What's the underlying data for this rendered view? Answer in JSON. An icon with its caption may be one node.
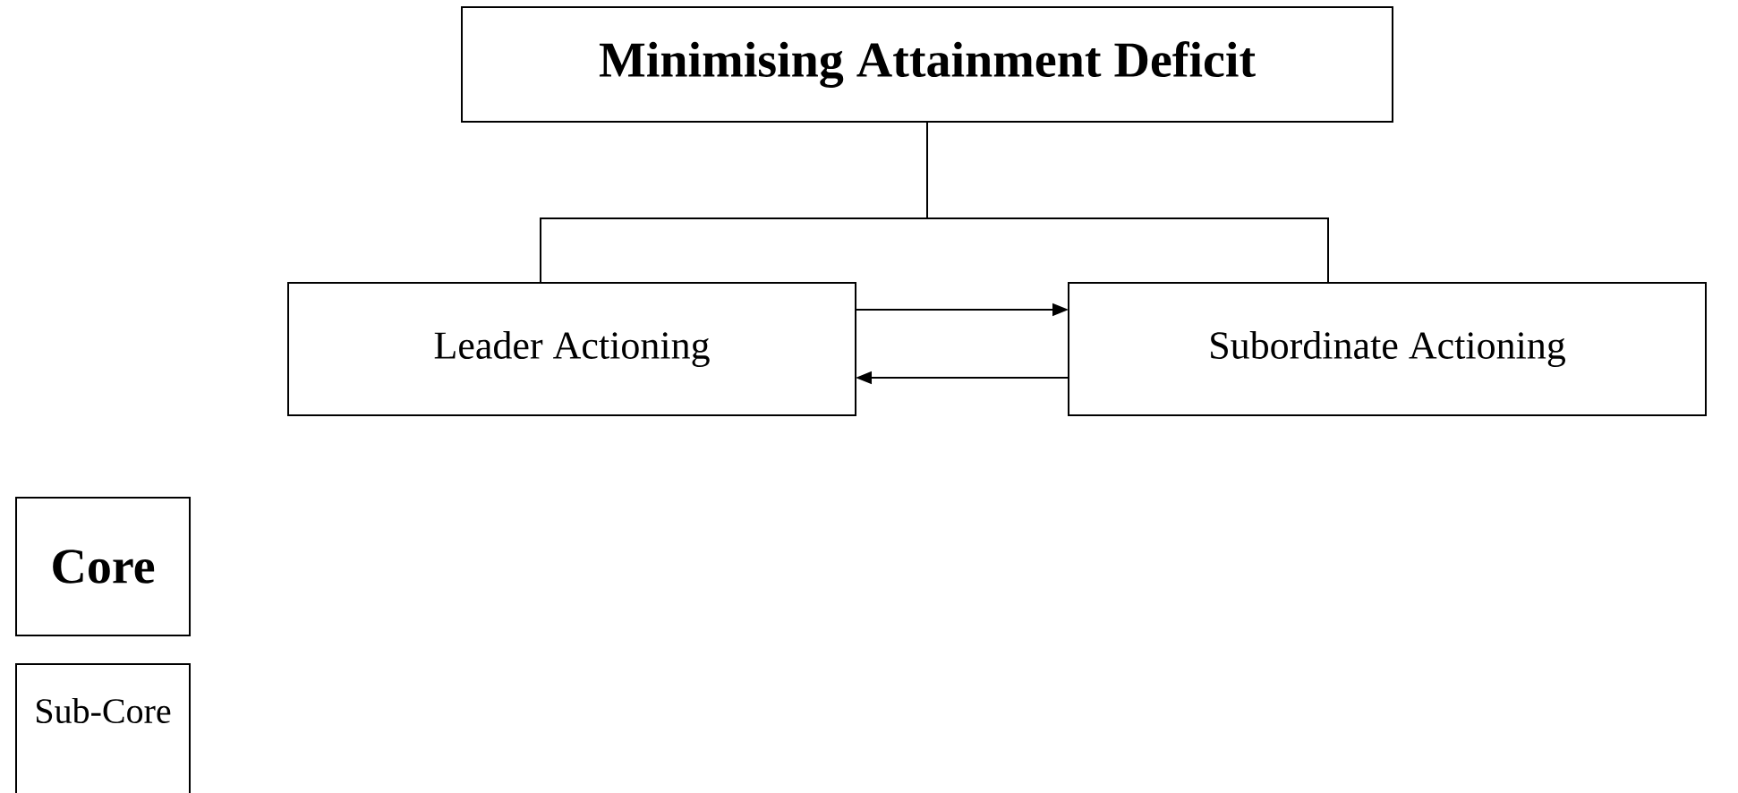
{
  "diagram": {
    "nodes": [
      {
        "text": [
          "Minimising Attainment Deficit"
        ]
      },
      {
        "text": [
          "Leader Actioning"
        ]
      },
      {
        "text": [
          "Subordinate Actioning"
        ]
      },
      {
        "text": [
          "Core"
        ]
      },
      {
        "text": [
          "Sub-Core"
        ]
      }
    ],
    "edges": [
      {
        "from": 0,
        "to": 1,
        "arrow": "none"
      },
      {
        "from": 0,
        "to": 2,
        "arrow": "none"
      },
      {
        "from": 1,
        "to": 2,
        "arrow": "to"
      },
      {
        "from": 2,
        "to": 1,
        "arrow": "to"
      }
    ]
  }
}
